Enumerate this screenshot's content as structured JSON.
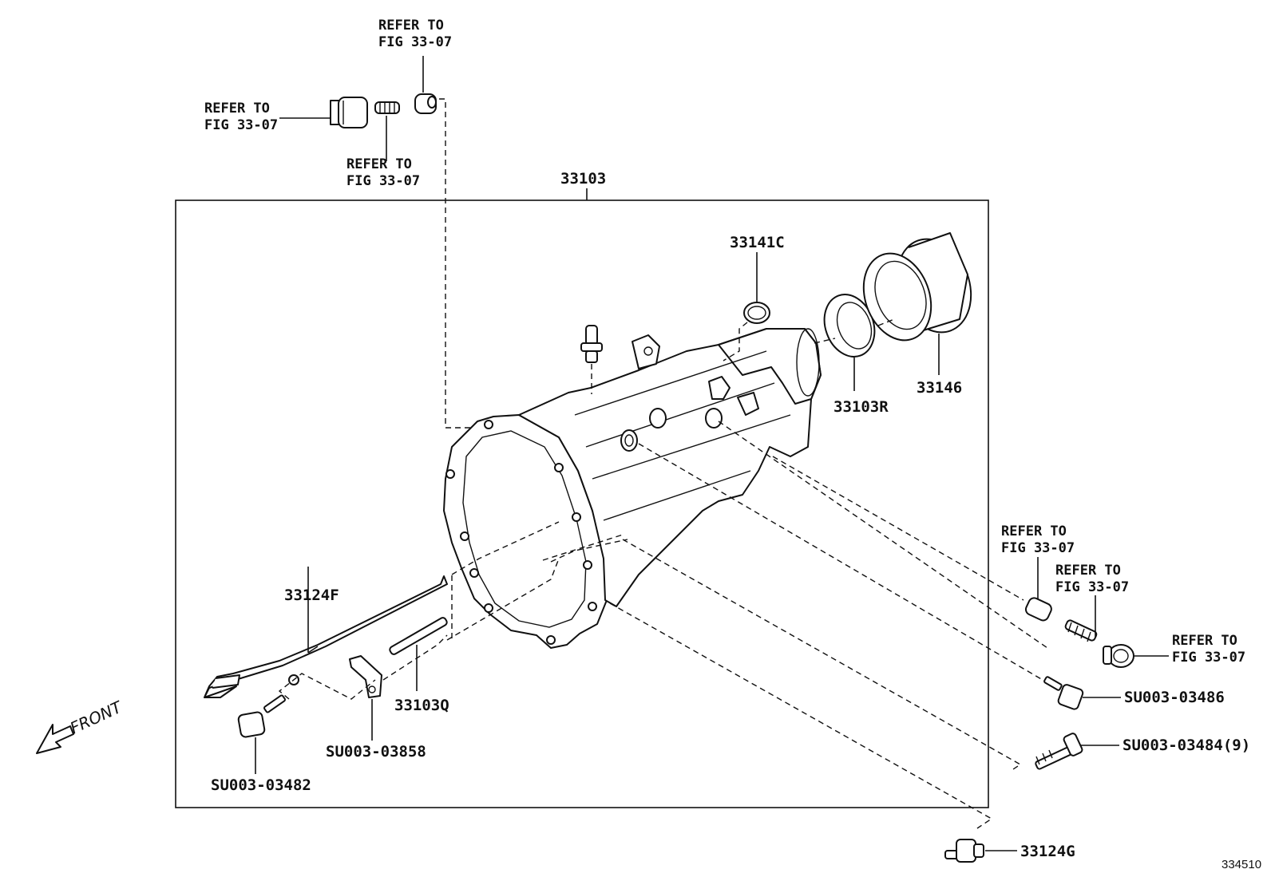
{
  "diagram": {
    "main_assembly_label": "33103",
    "callouts": {
      "refer_top": [
        "REFER TO",
        "FIG 33-07"
      ],
      "refer_left": [
        "REFER TO",
        "FIG 33-07"
      ],
      "refer_mid": [
        "REFER TO",
        "FIG 33-07"
      ],
      "refer_right_1": [
        "REFER TO",
        "FIG 33-07"
      ],
      "refer_right_2": [
        "REFER TO",
        "FIG 33-07"
      ],
      "refer_right_3": [
        "REFER TO",
        "FIG 33-07"
      ]
    },
    "part_labels": {
      "p33141C": "33141C",
      "p33146": "33146",
      "p33103R": "33103R",
      "p33124F": "33124F",
      "p33103Q": "33103Q",
      "pSU003_03858": "SU003-03858",
      "pSU003_03482": "SU003-03482",
      "pSU003_03486": "SU003-03486",
      "pSU003_03484": "SU003-03484(9)",
      "p33124G": "33124G"
    },
    "front_label": "FRONT",
    "figure_id": "334510"
  }
}
